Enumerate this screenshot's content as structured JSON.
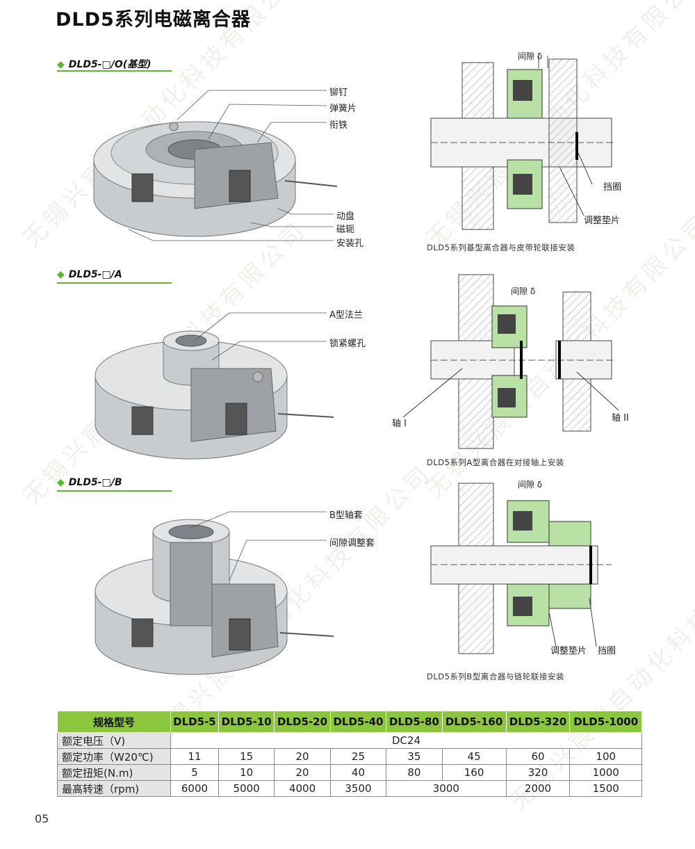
{
  "title": "DLD5系列电磁离合器",
  "sections": [
    {
      "heading": "DLD5-□/O(基型)",
      "labels": [
        "铆钉",
        "弹簧片",
        "衔铁",
        "动盘",
        "磁轭",
        "安装孔"
      ],
      "caption": "DLD5系列基型离合器与皮带轮联接安装",
      "diagram_labels": [
        "间隙 δ",
        "挡圈",
        "调整垫片"
      ]
    },
    {
      "heading": "DLD5-□/A",
      "labels": [
        "A型法兰",
        "锁紧螺孔"
      ],
      "caption": "DLD5系列A型离合器在对接轴上安装",
      "diagram_labels": [
        "间隙 δ",
        "轴 I",
        "轴 II"
      ]
    },
    {
      "heading": "DLD5-□/B",
      "labels": [
        "B型轴套",
        "间隙调整套"
      ],
      "caption": "DLD5系列B型离合器与链轮联接安装",
      "diagram_labels": [
        "间隙 δ",
        "调整垫片",
        "挡圈"
      ]
    }
  ],
  "table": {
    "header": [
      "规格型号",
      "DLD5-5",
      "DLD5-10",
      "DLD5-20",
      "DLD5-40",
      "DLD5-80",
      "DLD5-160",
      "DLD5-320",
      "DLD5-1000"
    ],
    "rows": [
      {
        "label": "额定电压（V)",
        "cells": [
          {
            "v": "DC24",
            "span": 8
          }
        ]
      },
      {
        "label": "额定功率（W20℃)",
        "cells": [
          {
            "v": "11"
          },
          {
            "v": "15"
          },
          {
            "v": "20"
          },
          {
            "v": "25"
          },
          {
            "v": "35"
          },
          {
            "v": "45"
          },
          {
            "v": "60"
          },
          {
            "v": "100"
          }
        ]
      },
      {
        "label": "额定扭矩(N.m)",
        "cells": [
          {
            "v": "5"
          },
          {
            "v": "10"
          },
          {
            "v": "20"
          },
          {
            "v": "40"
          },
          {
            "v": "80"
          },
          {
            "v": "160"
          },
          {
            "v": "320"
          },
          {
            "v": "1000"
          }
        ]
      },
      {
        "label": "最高转速（rpm)",
        "cells": [
          {
            "v": "6000"
          },
          {
            "v": "5000"
          },
          {
            "v": "4000"
          },
          {
            "v": "3500"
          },
          {
            "v": "3000",
            "span": 2
          },
          {
            "v": "2000"
          },
          {
            "v": "1500"
          }
        ]
      }
    ]
  },
  "page_number": "05",
  "watermark": "无锡兴宸瑞自动化科技有限公司",
  "colors": {
    "accent": "#8cc63f",
    "diamond": "#5ab82e",
    "part_green": "#b9e0a5"
  }
}
